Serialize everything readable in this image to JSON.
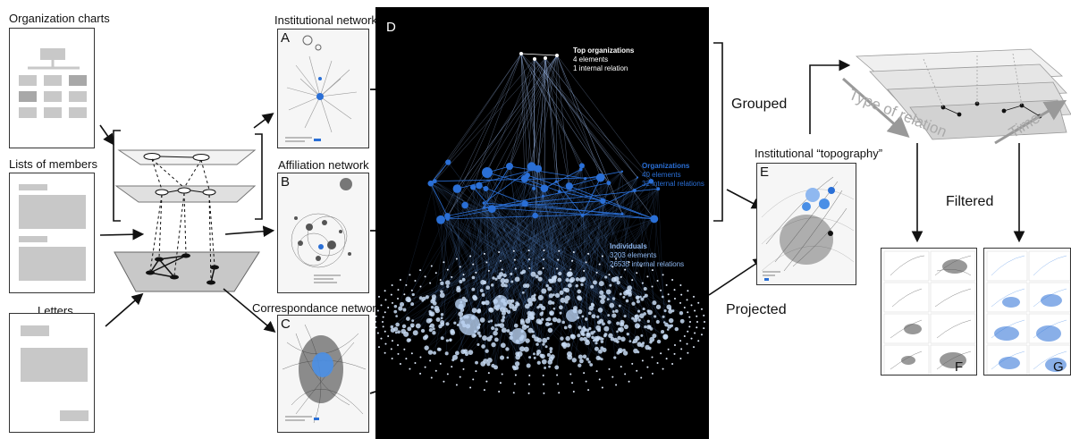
{
  "sources": {
    "org_charts": "Organization charts",
    "lists_members": "Lists of members",
    "letters": "Letters"
  },
  "networks": {
    "a_title": "Institutional network",
    "a_letter": "A",
    "b_title": "Affiliation network",
    "b_letter": "B",
    "c_title": "Correspondance network",
    "c_letter": "C"
  },
  "panel_d": {
    "letter": "D",
    "top": {
      "title": "Top organizations",
      "line1": "4 elements",
      "line2": "1 internal relation"
    },
    "orgs": {
      "title": "Organizations",
      "line1": "40 elements",
      "line2": "32 internal relations"
    },
    "indiv": {
      "title": "Individuals",
      "line1": "3203 elements",
      "line2": "26535 internal relations"
    }
  },
  "right": {
    "grouped": "Grouped",
    "projected": "Projected",
    "topography_title": "Institutional “topography”",
    "e_letter": "E",
    "type_of_relation": "Type of relation",
    "time": "Time",
    "filtered": "Filtered",
    "f_letter": "F",
    "g_letter": "G"
  },
  "colors": {
    "blue": "#2a6fd6",
    "light_blue": "#8fb8f0",
    "dark_bg": "#000000"
  }
}
